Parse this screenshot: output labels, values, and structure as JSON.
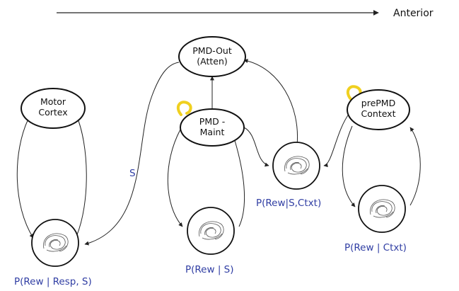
{
  "axis": {
    "label": "Anterior"
  },
  "nodes": {
    "motor_cortex": {
      "line1": "Motor",
      "line2": "Cortex"
    },
    "pmd_out": {
      "line1": "PMD-Out",
      "line2": "(Atten)"
    },
    "pmd_maint": {
      "line1": "PMD -",
      "line2": "Maint"
    },
    "prepmd_context": {
      "line1": "prePMD",
      "line2": "Context"
    }
  },
  "edge_labels": {
    "s": "S"
  },
  "probabilities": {
    "rew_resp_s": "P(Rew | Resp, S)",
    "rew_s": "P(Rew | S)",
    "rew_s_ctxt": "P(Rew|S,Ctxt)",
    "rew_ctxt": "P(Rew | Ctxt)"
  }
}
